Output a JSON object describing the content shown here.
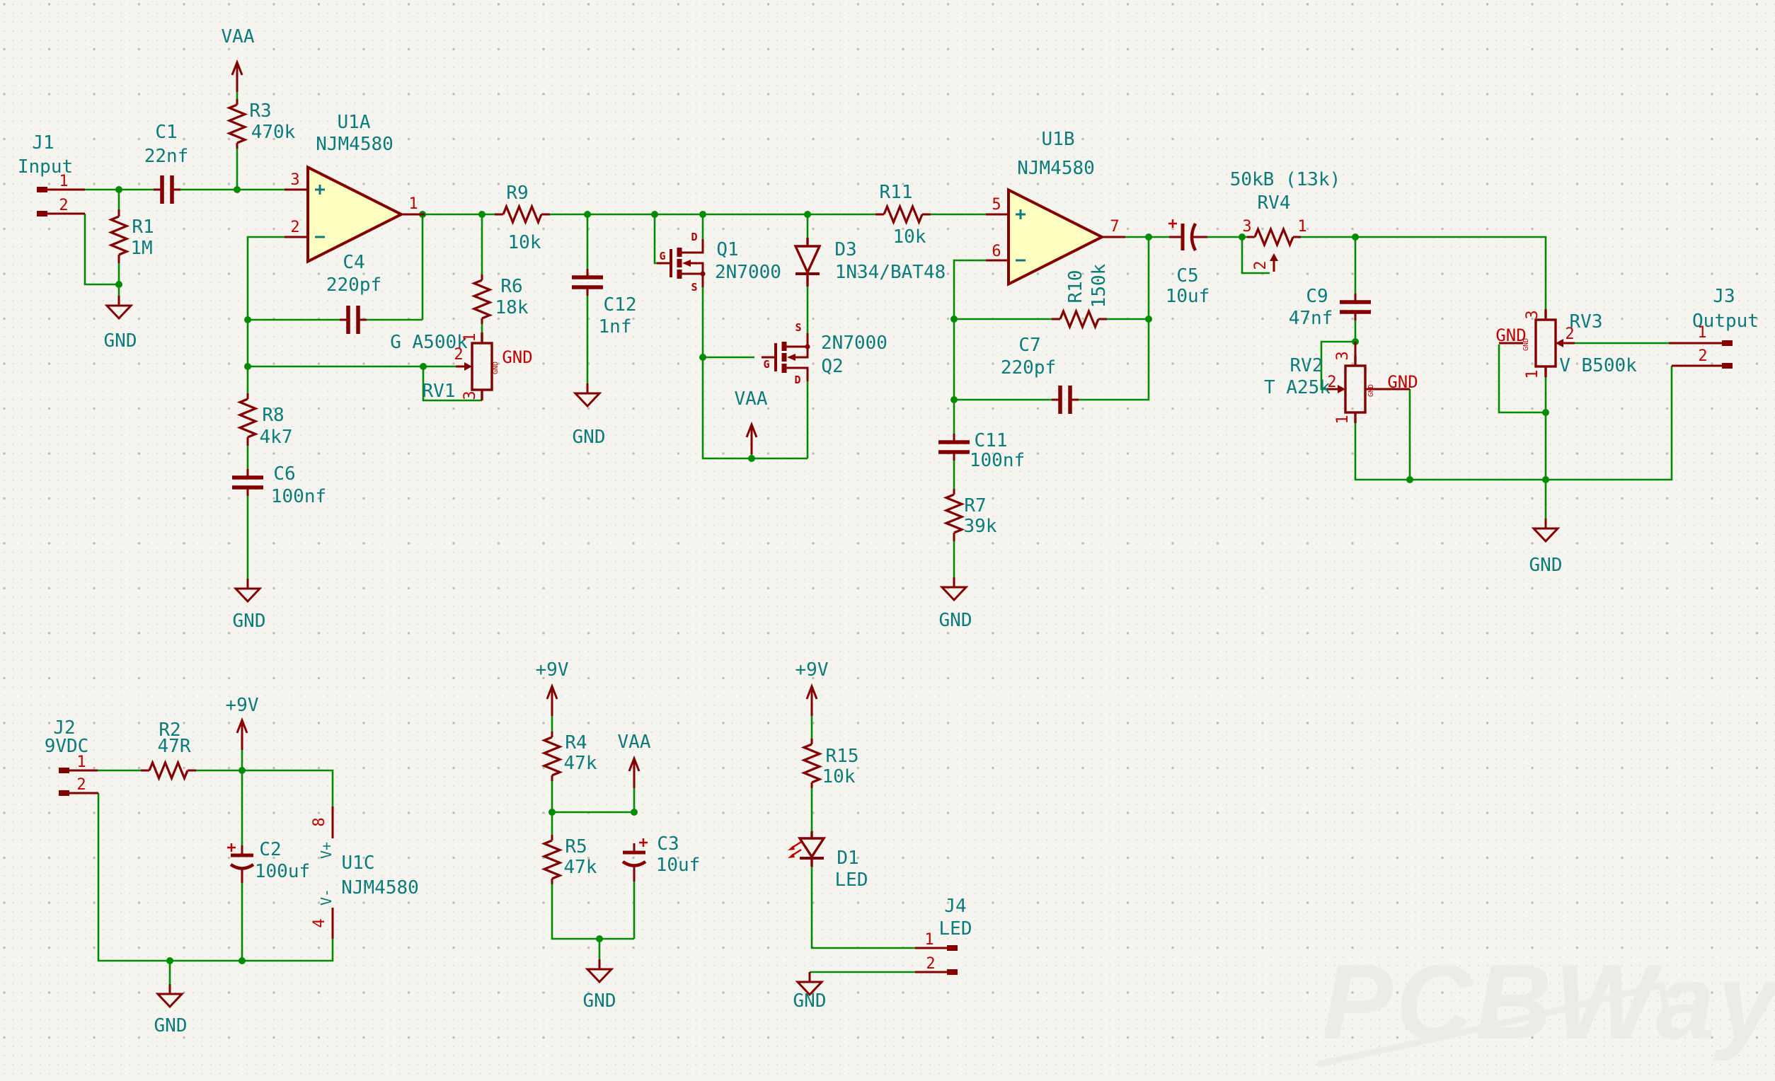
{
  "nets": {
    "vaa": "VAA",
    "gnd": "GND",
    "p9v": "+9V"
  },
  "mosfet": {
    "d": "D",
    "g": "G",
    "s": "S"
  },
  "watermark": "PCBWay",
  "components": {
    "J1": {
      "ref": "J1",
      "value": "Input",
      "p1": "1",
      "p2": "2"
    },
    "R1": {
      "ref": "R1",
      "value": "1M"
    },
    "C1": {
      "ref": "C1",
      "value": "22nf"
    },
    "R3": {
      "ref": "R3",
      "value": "470k"
    },
    "U1A": {
      "ref": "U1A",
      "value": "NJM4580",
      "p1": "1",
      "p2": "2",
      "p3": "3"
    },
    "C4": {
      "ref": "C4",
      "value": "220pf"
    },
    "R6": {
      "ref": "R6",
      "value": "18k"
    },
    "R8": {
      "ref": "R8",
      "value": "4k7"
    },
    "C6": {
      "ref": "C6",
      "value": "100nf"
    },
    "RV1": {
      "ref": "RV1",
      "value": "G A500k",
      "p1": "1",
      "p2": "2",
      "p3": "3"
    },
    "R9": {
      "ref": "R9",
      "value": "10k"
    },
    "C12": {
      "ref": "C12",
      "value": "1nf"
    },
    "Q1": {
      "ref": "Q1",
      "value": "2N7000"
    },
    "Q2": {
      "ref": "Q2",
      "value": "2N7000"
    },
    "D3": {
      "ref": "D3",
      "value": "1N34/BAT48"
    },
    "R11": {
      "ref": "R11",
      "value": "10k"
    },
    "U1B": {
      "ref": "U1B",
      "value": "NJM4580",
      "p5": "5",
      "p6": "6",
      "p7": "7"
    },
    "R10": {
      "ref": "R10",
      "value": "150k"
    },
    "C7": {
      "ref": "C7",
      "value": "220pf"
    },
    "C11": {
      "ref": "C11",
      "value": "100nf"
    },
    "R7": {
      "ref": "R7",
      "value": "39k"
    },
    "C5": {
      "ref": "C5",
      "value": "10uf"
    },
    "RV4": {
      "ref": "RV4",
      "value": "50kB (13k)",
      "p1": "1",
      "p2": "2",
      "p3": "3"
    },
    "C9": {
      "ref": "C9",
      "value": "47nf"
    },
    "RV2": {
      "ref": "RV2",
      "value": "T A25k",
      "p1": "1",
      "p2": "2",
      "p3": "3"
    },
    "RV3": {
      "ref": "RV3",
      "value": "V B500k",
      "p1": "1",
      "p2": "2",
      "p3": "3"
    },
    "J3": {
      "ref": "J3",
      "value": "Output",
      "p1": "1",
      "p2": "2"
    },
    "J2": {
      "ref": "J2",
      "value": "9VDC",
      "p1": "1",
      "p2": "2"
    },
    "R2": {
      "ref": "R2",
      "value": "47R"
    },
    "C2": {
      "ref": "C2",
      "value": "100uf"
    },
    "U1C": {
      "ref": "U1C",
      "value": "NJM4580",
      "p4": "4",
      "p8": "8",
      "vplus": "V+",
      "vminus": "V-"
    },
    "R4": {
      "ref": "R4",
      "value": "47k"
    },
    "R5": {
      "ref": "R5",
      "value": "47k"
    },
    "C3": {
      "ref": "C3",
      "value": "10uf"
    },
    "R15": {
      "ref": "R15",
      "value": "10k"
    },
    "D1": {
      "ref": "D1",
      "value": "LED"
    },
    "J4": {
      "ref": "J4",
      "value": "LED",
      "p1": "1",
      "p2": "2"
    }
  }
}
